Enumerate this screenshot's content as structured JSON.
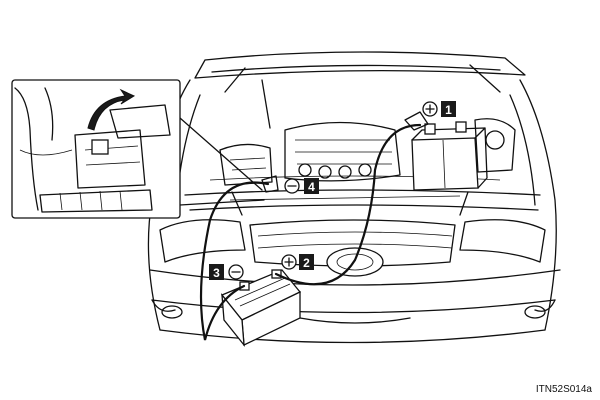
{
  "figure_code": "ITN52S014a",
  "callouts": [
    {
      "step": "1",
      "polarity": "+"
    },
    {
      "step": "2",
      "polarity": "+"
    },
    {
      "step": "3",
      "polarity": "-"
    },
    {
      "step": "4",
      "polarity": "-"
    }
  ],
  "icons": {
    "plus": "plus-circle-symbol",
    "minus": "minus-circle-symbol",
    "inset_arrow": "curved-arrow"
  }
}
